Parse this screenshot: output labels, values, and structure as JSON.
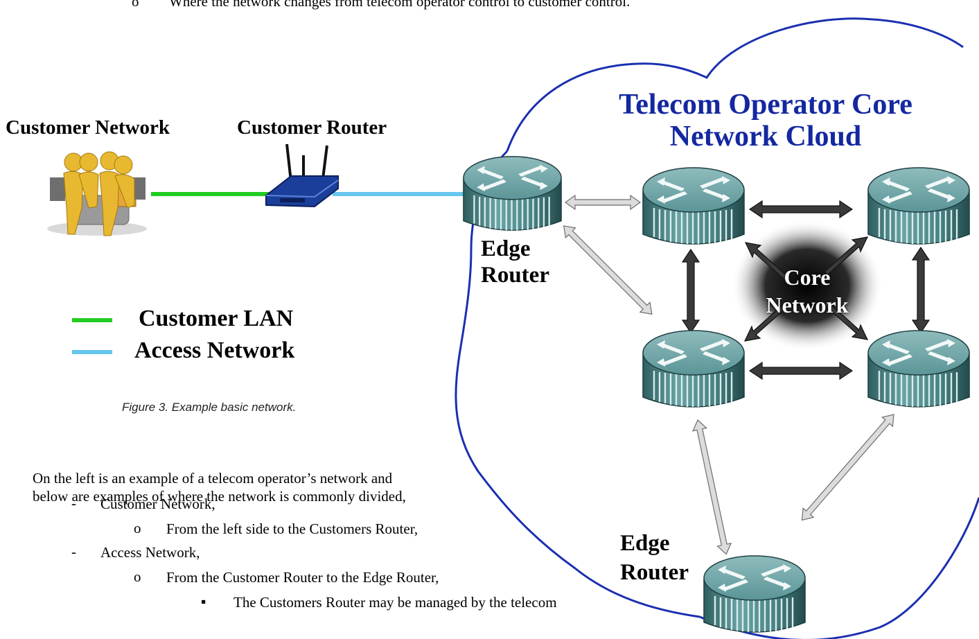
{
  "top_text": "Where the network changes from telecom operator control to customer control.",
  "top_bullet": "o",
  "diagram": {
    "cloud_title": "Telecom Operator Core Network Cloud",
    "customer_network_label": "Customer Network",
    "customer_router_label": "Customer Router",
    "edge_router_label": "Edge Router",
    "core_network_label": "Core Network"
  },
  "legend": [
    {
      "label": "Customer LAN",
      "color": "#22cc22"
    },
    {
      "label": "Access Network",
      "color": "#66c6ee"
    }
  ],
  "caption": "Figure 3.  Example basic network.",
  "body": {
    "intro_line1": "On the left is an example of a telecom operator’s network and",
    "intro_line2": "below are examples of where the network is commonly divided,",
    "items": [
      {
        "marker": "-",
        "text": "Customer Network,"
      },
      {
        "marker": "o",
        "text": "From the left side to the Customers Router,"
      },
      {
        "marker": "-",
        "text": "Access Network,"
      },
      {
        "marker": "o",
        "text": "From the Customer Router to the Edge Router,"
      },
      {
        "marker": "▪",
        "text": "The Customers Router may be managed by the telecom"
      }
    ]
  },
  "colors": {
    "cloud_outline": "#1a2fb0",
    "title_blue": "#1428a0",
    "router_body": "#4d8a8c",
    "gray_arrow": "#dcdcdc",
    "dark_arrow": "#333333"
  }
}
